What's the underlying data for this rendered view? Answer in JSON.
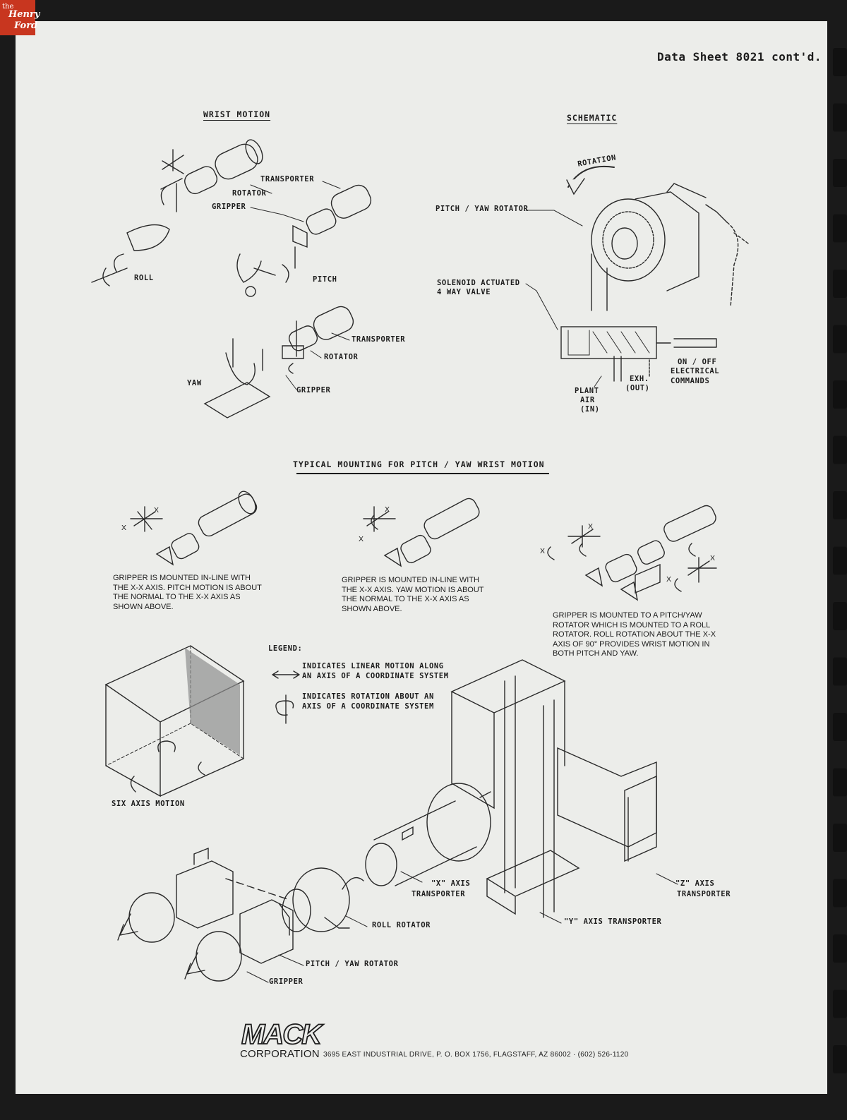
{
  "badge": {
    "line1": "the",
    "line2": "Henry",
    "line3": "Ford"
  },
  "header": {
    "title": "Data Sheet 8021 cont'd."
  },
  "wrist_motion": {
    "heading": "WRIST MOTION",
    "labels": {
      "transporter": "TRANSPORTER",
      "rotator": "ROTATOR",
      "gripper": "GRIPPER",
      "roll": "ROLL",
      "pitch": "PITCH",
      "transporter2": "TRANSPORTER",
      "rotator2": "ROTATOR",
      "gripper2": "GRIPPER",
      "yaw": "YAW"
    }
  },
  "schematic": {
    "heading": "SCHEMATIC",
    "rotation": "ROTATION",
    "pitch_yaw_rotator": "PITCH / YAW ROTATOR",
    "valve_line1": "SOLENOID ACTUATED",
    "valve_line2": "4 WAY VALVE",
    "onoff_line1": "ON / OFF",
    "onoff_line2": "ELECTRICAL",
    "onoff_line3": "COMMANDS",
    "exh_line1": "EXH.",
    "exh_line2": "(OUT)",
    "plant_line1": "PLANT",
    "plant_line2": "AIR",
    "plant_line3": "(IN)"
  },
  "typical_mounting": {
    "heading": "TYPICAL MOUNTING FOR PITCH / YAW WRIST MOTION",
    "axis_label": "X",
    "captions": [
      "GRIPPER IS MOUNTED IN-LINE WITH THE X-X AXIS. PITCH MOTION IS ABOUT THE NORMAL TO THE X-X AXIS AS SHOWN ABOVE.",
      "GRIPPER IS MOUNTED IN-LINE WITH THE X-X AXIS. YAW MOTION IS ABOUT THE NORMAL TO THE X-X AXIS AS SHOWN ABOVE.",
      "GRIPPER IS MOUNTED TO A PITCH/YAW ROTATOR WHICH IS MOUNTED TO A ROLL ROTATOR. ROLL ROTATION ABOUT THE X-X AXIS OF 90° PROVIDES WRIST MOTION IN BOTH PITCH AND YAW."
    ]
  },
  "legend": {
    "title": "LEGEND:",
    "linear_line1": "INDICATES LINEAR MOTION ALONG",
    "linear_line2": "AN AXIS OF A COORDINATE SYSTEM",
    "rotation_line1": "INDICATES ROTATION ABOUT AN",
    "rotation_line2": "AXIS OF A COORDINATE SYSTEM"
  },
  "six_axis": {
    "label": "SIX AXIS MOTION"
  },
  "assembly": {
    "x_axis_line1": "\"X\" AXIS",
    "x_axis_line2": "TRANSPORTER",
    "z_axis_line1": "\"Z\" AXIS",
    "z_axis_line2": "TRANSPORTER",
    "y_axis": "\"Y\" AXIS TRANSPORTER",
    "roll_rotator": "ROLL ROTATOR",
    "pitch_yaw_rotator": "PITCH / YAW ROTATOR",
    "gripper": "GRIPPER"
  },
  "footer": {
    "logo": "MACK",
    "corporation": "CORPORATION",
    "address": "3695 EAST INDUSTRIAL DRIVE, P. O. BOX 1756, FLAGSTAFF, AZ 86002 · (602) 526-1120"
  }
}
